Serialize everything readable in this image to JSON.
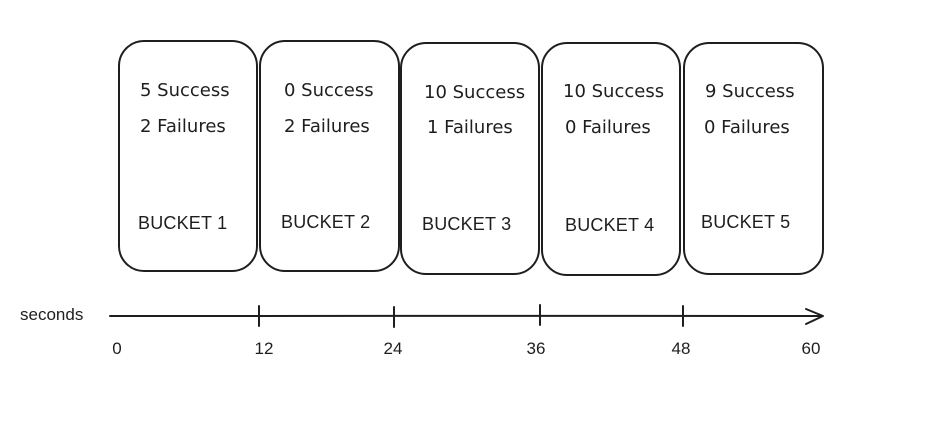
{
  "buckets": [
    {
      "success": "5 Success",
      "failures": "2 Failures",
      "label": "BUCKET 1"
    },
    {
      "success": "0 Success",
      "failures": "2 Failures",
      "label": "BUCKET 2"
    },
    {
      "success": "10 Success",
      "failures": "1 Failures",
      "label": "BUCKET 3"
    },
    {
      "success": "10 Success",
      "failures": "0 Failures",
      "label": "BUCKET 4"
    },
    {
      "success": "9 Success",
      "failures": "0 Failures",
      "label": "BUCKET 5"
    }
  ],
  "axis": {
    "title": "seconds",
    "ticks": [
      "0",
      "12",
      "24",
      "36",
      "48",
      "60"
    ]
  },
  "colors": {
    "stroke": "#1e1e1e",
    "background": "#ffffff"
  }
}
